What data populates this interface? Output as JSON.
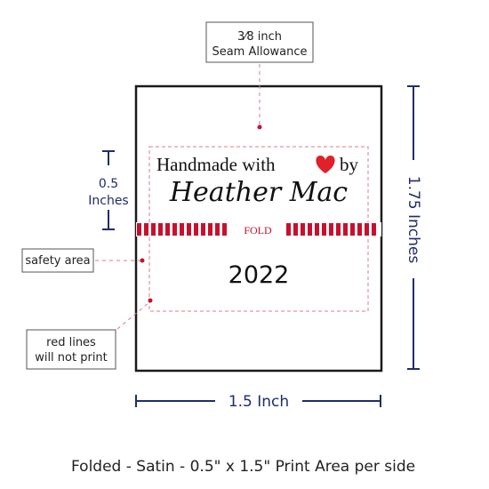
{
  "callouts": {
    "seam_fraction": "3⁄8 inch",
    "seam_label": "Seam Allowance",
    "safety": "safety area",
    "redlines_line1": "red lines",
    "redlines_line2": "will not print"
  },
  "label": {
    "line1": "Handmade with",
    "line1_end": "by",
    "name": "Heather Mac",
    "fold": "FOLD",
    "year": "2022"
  },
  "dimensions": {
    "height_small_value": "0.5",
    "height_small_unit": "Inches",
    "width": "1.5 Inch",
    "height": "1.75 Inches"
  },
  "caption": "Folded - Satin - 0.5\" x 1.5\" Print Area per side",
  "colors": {
    "navy": "#1f2d6b",
    "red": "#c8102e",
    "dashed": "#e07a88",
    "heart": "#e0202a"
  },
  "icons": {
    "heart": "heart-icon"
  }
}
